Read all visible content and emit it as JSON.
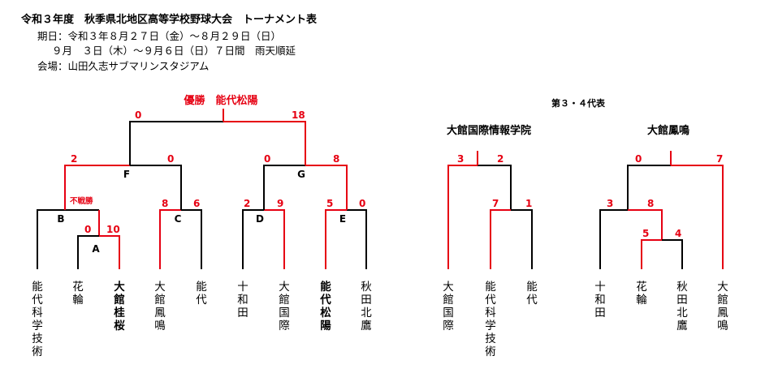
{
  "header": {
    "title": "令和３年度　秋季県北地区高等学校野球大会　トーナメント表",
    "dates_line1": "期日：令和３年８月２７日（金）～８月２９日（日）",
    "dates_line2": "９月　３日（木）～９月６日（日）７日間　雨天順延",
    "venue": "会場：山田久志サブマリンスタジアム"
  },
  "colors": {
    "win": "#e60012",
    "lose": "#000000"
  },
  "main": {
    "champion_label": "優勝　能代松陽",
    "nodes": [
      "A",
      "B",
      "C",
      "D",
      "E",
      "F",
      "G"
    ],
    "forfeit_label": "不戦勝",
    "scores": {
      "final_left": "0",
      "final_right": "18",
      "f_left": "2",
      "f_right": "0",
      "g_left": "0",
      "g_right": "8",
      "c_left": "8",
      "c_right": "6",
      "d_left": "2",
      "d_right": "9",
      "e_left": "5",
      "e_right": "0",
      "a_left": "0",
      "a_right": "10"
    },
    "teams": [
      {
        "name": "能代科学技術",
        "bold": false
      },
      {
        "name": "花輪",
        "bold": false
      },
      {
        "name": "大館桂桜",
        "bold": true
      },
      {
        "name": "大館鳳鳴",
        "bold": false
      },
      {
        "name": "能代",
        "bold": false
      },
      {
        "name": "十和田",
        "bold": false
      },
      {
        "name": "大館国際",
        "bold": false
      },
      {
        "name": "能代松陽",
        "bold": true
      },
      {
        "name": "秋田北鷹",
        "bold": false
      }
    ]
  },
  "third_fourth": {
    "title": "第３・４代表",
    "bracket1": {
      "winner": "大館国際情報学院",
      "scores": {
        "top_left": "3",
        "top_right": "2",
        "sub_left": "7",
        "sub_right": "1"
      },
      "teams": [
        "大館国際",
        "能代科学技術",
        "能代"
      ]
    },
    "bracket2": {
      "winner": "大館鳳鳴",
      "scores": {
        "top_left": "0",
        "top_right": "7",
        "mid_left": "3",
        "mid_right": "8",
        "sub_left": "5",
        "sub_right": "4"
      },
      "teams": [
        "十和田",
        "花輪",
        "秋田北鷹",
        "大館鳳鳴"
      ]
    }
  }
}
